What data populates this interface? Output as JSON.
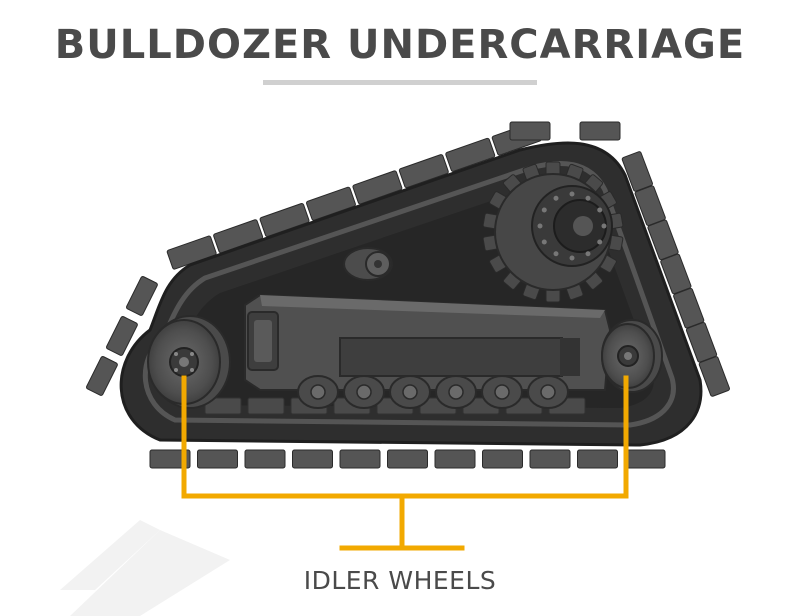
{
  "title": "BULLDOZER UNDERCARRIAGE",
  "callout": {
    "label": "IDLER WHEELS",
    "color": "#f2a900"
  },
  "colors": {
    "track_dark": "#2b2b2b",
    "track_mid": "#3d3d3d",
    "shoe": "#5a5a5a",
    "shoe_light": "#6e6e6e",
    "frame": "#4a4a4a",
    "title": "#4a4a4a"
  },
  "parts": [
    "track-chain",
    "drive-sprocket",
    "idler-wheel-front",
    "idler-wheel-rear",
    "track-frame",
    "track-rollers",
    "carrier-roller"
  ]
}
